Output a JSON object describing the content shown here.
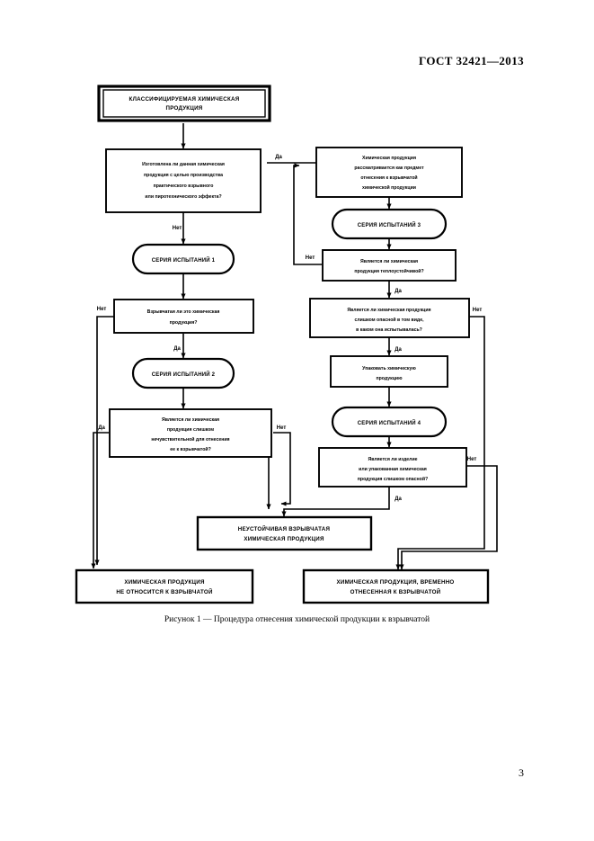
{
  "document": {
    "standard_header": "ГОСТ 32421—2013",
    "page_number": "3",
    "figure_caption": "Рисунок 1 — Процедура отнесения химической продукции к взрывчатой"
  },
  "flowchart": {
    "title": "Процедура отнесения химической продукции к взрывчатой",
    "nodes": {
      "start": {
        "shape": "terminator-double",
        "lines": [
          "КЛАССИФИЦИРУЕМАЯ ХИМИЧЕСКАЯ",
          "ПРОДУКЦИЯ"
        ]
      },
      "q_manufactured": {
        "shape": "decision-box",
        "lines": [
          "Изготовлена ли данная химическая",
          "продукция с целью производства",
          "практического взрывного",
          "или пиротехнического эффекта?"
        ]
      },
      "considered": {
        "shape": "process",
        "lines": [
          "Химическая продукция",
          "рассматривается как предмет",
          "отнесения к взрывчатой",
          "химической продукции"
        ]
      },
      "series1": {
        "shape": "rounded",
        "lines": [
          "СЕРИЯ ИСПЫТАНИЙ 1"
        ]
      },
      "series2": {
        "shape": "rounded",
        "lines": [
          "СЕРИЯ ИСПЫТАНИЙ 2"
        ]
      },
      "series3": {
        "shape": "rounded",
        "lines": [
          "СЕРИЯ ИСПЫТАНИЙ 3"
        ]
      },
      "series4": {
        "shape": "rounded",
        "lines": [
          "СЕРИЯ ИСПЫТАНИЙ 4"
        ]
      },
      "q_explosive": {
        "shape": "decision-box",
        "lines": [
          "Взрывчатая ли это химическая",
          "продукция?"
        ]
      },
      "q_insensitive": {
        "shape": "decision-box",
        "lines": [
          "Является ли химическая",
          "продукция слишком",
          "нечувствительной для отнесения",
          "ее к взрывчатой?"
        ]
      },
      "q_thermostable": {
        "shape": "decision-box",
        "lines": [
          "Является ли химическая",
          "продукция теплоустойчивой?"
        ]
      },
      "q_too_dangerous": {
        "shape": "decision-box",
        "lines": [
          "Является ли химическая продукция",
          "слишком опасной в том виде,",
          "в каком она испытывалась?"
        ]
      },
      "pack": {
        "shape": "process",
        "lines": [
          "Упаковать химическую",
          "продукцию"
        ]
      },
      "q_packed_dangerous": {
        "shape": "decision-box",
        "lines": [
          "Является ли изделие",
          "или упакованная химическая",
          "продукция слишком опасной?"
        ]
      },
      "unstable": {
        "shape": "terminator",
        "lines": [
          "НЕУСТОЙЧИВАЯ ВЗРЫВЧАТАЯ",
          "ХИМИЧЕСКАЯ ПРОДУКЦИЯ"
        ]
      },
      "not_explosive": {
        "shape": "terminator",
        "lines": [
          "ХИМИЧЕСКАЯ ПРОДУКЦИЯ",
          "НЕ ОТНОСИТСЯ К ВЗРЫВЧАТОЙ"
        ]
      },
      "temporarily_explosive": {
        "shape": "terminator",
        "lines": [
          "ХИМИЧЕСКАЯ ПРОДУКЦИЯ, ВРЕМЕННО",
          "ОТНЕСЕННАЯ К ВЗРЫВЧАТОЙ"
        ]
      }
    },
    "edge_labels": {
      "yes": "Да",
      "no": "Нет",
      "manufactured_yes": "Да",
      "manufactured_no": "Нет",
      "explosive_yes": "Да",
      "explosive_no": "Нет",
      "insensitive_yes": "Да",
      "insensitive_no": "Нет",
      "thermostable_yes": "Да",
      "thermostable_no": "Нет",
      "too_dangerous_yes": "Да",
      "too_dangerous_no": "Нет",
      "packed_yes": "Да",
      "packed_no": "Нет"
    }
  }
}
